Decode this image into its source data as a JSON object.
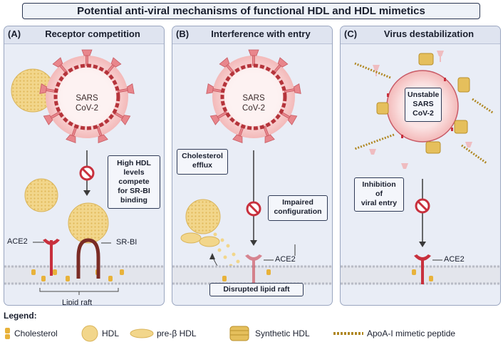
{
  "title": "Potential anti-viral mechanisms of functional HDL and HDL mimetics",
  "panels": {
    "a": {
      "letter": "(A)",
      "title": "Receptor competition",
      "virus_line1": "SARS",
      "virus_line2": "CoV-2",
      "box": [
        "High HDL",
        "levels",
        "compete",
        "for SR-BI",
        "binding"
      ],
      "ace2": "ACE2",
      "srbi": "SR-BI",
      "raft": "Lipid raft"
    },
    "b": {
      "letter": "(B)",
      "title": "Interference with entry",
      "virus_line1": "SARS",
      "virus_line2": "CoV-2",
      "efflux": [
        "Cholesterol",
        "efflux"
      ],
      "impaired": [
        "Impaired",
        "configuration"
      ],
      "ace2": "ACE2",
      "raft": "Disrupted lipid raft"
    },
    "c": {
      "letter": "(C)",
      "title": "Virus destabilization",
      "unstable": [
        "Unstable",
        "SARS",
        "CoV-2"
      ],
      "inhibition": [
        "Inhibition",
        "of",
        "viral entry"
      ],
      "ace2": "ACE2"
    }
  },
  "legend": {
    "title": "Legend:",
    "items": [
      "Cholesterol",
      "HDL",
      "pre-β HDL",
      "Synthetic HDL",
      "ApoA-I mimetic peptide"
    ]
  },
  "colors": {
    "virus_glow": "#f3b9b9",
    "virus_ring": "#b5343b",
    "spike": "#e8868c",
    "hdl": "#f2d68b",
    "membrane": "#c9cbd3",
    "ace2": "#c8303d",
    "srbi": "#7a2b25",
    "cholesterol": "#e8b23a"
  }
}
